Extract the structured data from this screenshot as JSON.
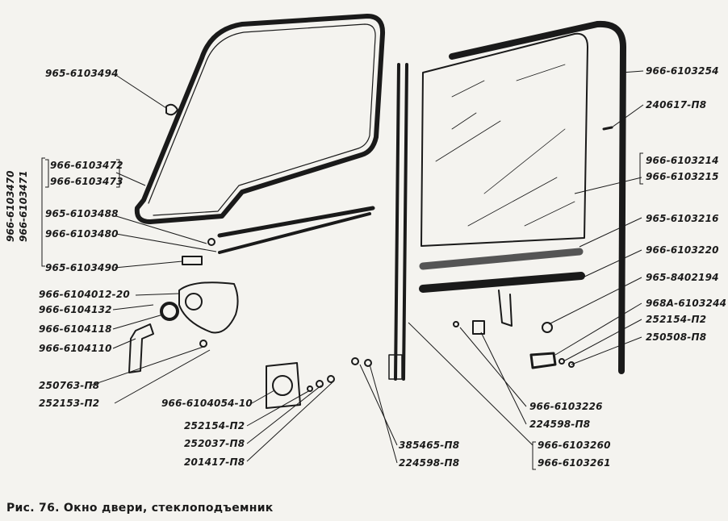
{
  "caption": "Рис. 76. Окно двери, стеклоподъемник",
  "labels": {
    "l965_6103494": "965-6103494",
    "l966_6103472": "966-6103472",
    "l966_6103473": "966-6103473",
    "l965_6103488": "965-6103488",
    "l966_6103480": "966-6103480",
    "l965_6103490": "965-6103490",
    "l966_6104012_20": "966-6104012-20",
    "l966_6104132": "966-6104132",
    "l966_6104118": "966-6104118",
    "l966_6104110": "966-6104110",
    "l250763_p8": "250763-П8",
    "l252153_p2": "252153-П2",
    "l966_6104054_10": "966-6104054-10",
    "l252154_p2_a": "252154-П2",
    "l252037_p8": "252037-П8",
    "l201417_p8": "201417-П8",
    "l385465_p8": "385465-П8",
    "l224598_p8_a": "224598-П8",
    "l966_6103254": "966-6103254",
    "l240617_p8": "240617-П8",
    "l966_6103214": "966-6103214",
    "l966_6103215": "966-6103215",
    "l965_6103216": "965-6103216",
    "l966_6103220": "966-6103220",
    "l965_8402194": "965-8402194",
    "l968a_6103244": "968А-6103244",
    "l252154_p2_b": "252154-П2",
    "l250508_p8": "250508-П8",
    "l966_6103226": "966-6103226",
    "l224598_p8_b": "224598-П8",
    "l966_6103260": "966-6103260",
    "l966_6103261": "966-6103261",
    "v966_6103470": "966-6103470",
    "v966_6103471": "966-6103471"
  }
}
